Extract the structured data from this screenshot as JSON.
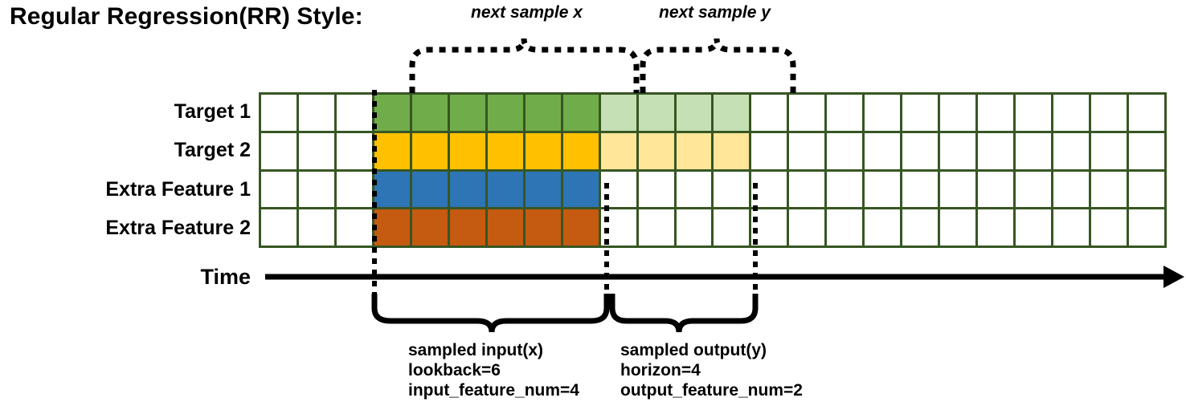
{
  "title": "Regular Regression(RR) Style:",
  "rows": [
    {
      "label": "Target 1",
      "color_key": "green"
    },
    {
      "label": "Target 2",
      "color_key": "yellow"
    },
    {
      "label": "Extra Feature 1",
      "color_key": "blue"
    },
    {
      "label": "Extra Feature 2",
      "color_key": "orange"
    }
  ],
  "time_axis_label": "Time",
  "grid": {
    "total_columns": 24,
    "lead_empty_columns": 3,
    "input_columns": 6,
    "output_columns": 4,
    "trailing_empty_columns": 11
  },
  "colors": {
    "border": "#375623",
    "green": "#71AC4B",
    "green_light": "#C5E0B4",
    "yellow": "#FFC000",
    "yellow_light": "#FFE699",
    "blue": "#2E75B6",
    "orange": "#C55A11",
    "empty": "#FFFFFF",
    "annotation": "#000000"
  },
  "top_annotations": [
    {
      "label": "next sample x"
    },
    {
      "label": "next sample y"
    }
  ],
  "bottom_annotations": [
    {
      "line1": "sampled input(x)",
      "line2": "lookback=6",
      "line3": "input_feature_num=4"
    },
    {
      "line1": "sampled output(y)",
      "line2": "horizon=4",
      "line3": "output_feature_num=2"
    }
  ],
  "chart_data": {
    "type": "table",
    "title": "Regular Regression(RR) Style:",
    "categories": [
      "Target 1",
      "Target 2",
      "Extra Feature 1",
      "Extra Feature 2"
    ],
    "series": [
      {
        "name": "Target 1",
        "values": [
          "",
          "",
          "",
          "x",
          "x",
          "x",
          "x",
          "x",
          "x",
          "y",
          "y",
          "y",
          "y",
          "",
          "",
          "",
          "",
          "",
          "",
          "",
          "",
          "",
          "",
          ""
        ]
      },
      {
        "name": "Target 2",
        "values": [
          "",
          "",
          "",
          "x",
          "x",
          "x",
          "x",
          "x",
          "x",
          "y",
          "y",
          "y",
          "y",
          "",
          "",
          "",
          "",
          "",
          "",
          "",
          "",
          "",
          "",
          ""
        ]
      },
      {
        "name": "Extra Feature 1",
        "values": [
          "",
          "",
          "",
          "x",
          "x",
          "x",
          "x",
          "x",
          "x",
          "",
          "",
          "",
          "",
          "",
          "",
          "",
          "",
          "",
          "",
          "",
          "",
          "",
          "",
          ""
        ]
      },
      {
        "name": "Extra Feature 2",
        "values": [
          "",
          "",
          "",
          "x",
          "x",
          "x",
          "x",
          "x",
          "x",
          "",
          "",
          "",
          "",
          "",
          "",
          "",
          "",
          "",
          "",
          "",
          "",
          "",
          "",
          ""
        ]
      }
    ],
    "xlabel": "Time",
    "ylabel": "",
    "grid": true,
    "annotations": [
      "next sample x",
      "next sample y",
      "sampled input(x) lookback=6 input_feature_num=4",
      "sampled output(y) horizon=4 output_feature_num=2"
    ]
  }
}
